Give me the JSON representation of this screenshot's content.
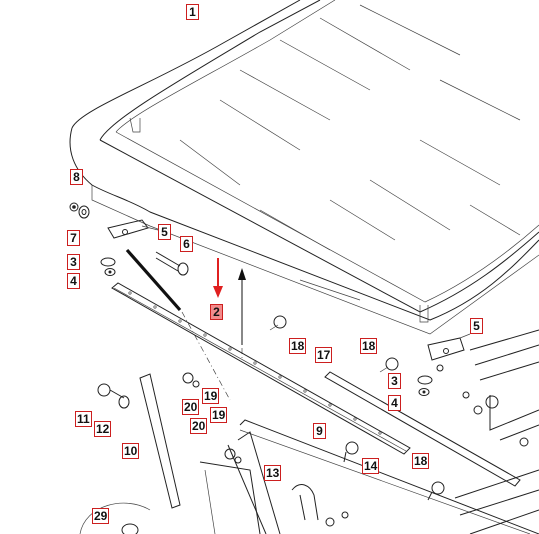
{
  "labels": [
    {
      "id": "1",
      "text": "1"
    },
    {
      "id": "2",
      "text": "2",
      "highlighted": true
    },
    {
      "id": "3a",
      "text": "3"
    },
    {
      "id": "3b",
      "text": "3"
    },
    {
      "id": "4a",
      "text": "4"
    },
    {
      "id": "4b",
      "text": "4"
    },
    {
      "id": "5a",
      "text": "5"
    },
    {
      "id": "5b",
      "text": "5"
    },
    {
      "id": "6",
      "text": "6"
    },
    {
      "id": "7",
      "text": "7"
    },
    {
      "id": "8",
      "text": "8"
    },
    {
      "id": "9",
      "text": "9"
    },
    {
      "id": "10",
      "text": "10"
    },
    {
      "id": "11",
      "text": "11"
    },
    {
      "id": "12",
      "text": "12"
    },
    {
      "id": "13",
      "text": "13"
    },
    {
      "id": "14",
      "text": "14"
    },
    {
      "id": "17",
      "text": "17"
    },
    {
      "id": "18a",
      "text": "18"
    },
    {
      "id": "18b",
      "text": "18"
    },
    {
      "id": "18c",
      "text": "18"
    },
    {
      "id": "19a",
      "text": "19"
    },
    {
      "id": "19b",
      "text": "19"
    },
    {
      "id": "20a",
      "text": "20"
    },
    {
      "id": "20b",
      "text": "20"
    },
    {
      "id": "29",
      "text": "29"
    }
  ],
  "colors": {
    "label_border": "#cc1f1f",
    "highlight_fill": "#f28b8b",
    "arrow": "#e02020",
    "line": "#222222"
  }
}
